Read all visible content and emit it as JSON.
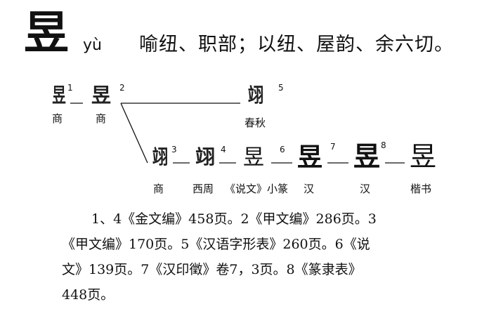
{
  "entry": {
    "character": "昱",
    "pinyin": "yù",
    "fanqie": "喻纽、职部；以纽、屋韵、余六切。"
  },
  "evolution": {
    "forms": [
      {
        "id": "f1",
        "num": "1",
        "caption": "商",
        "glyph": "昱"
      },
      {
        "id": "f2",
        "num": "2",
        "caption": "商",
        "glyph": "昱"
      },
      {
        "id": "f5",
        "num": "5",
        "caption": "春秋",
        "glyph": "翊"
      },
      {
        "id": "f3",
        "num": "3",
        "caption": "商",
        "glyph": "翊"
      },
      {
        "id": "f4",
        "num": "4",
        "caption": "西周",
        "glyph": "翊"
      },
      {
        "id": "f6",
        "num": "6",
        "caption": "《说文》小篆",
        "glyph": "昱"
      },
      {
        "id": "f7",
        "num": "7",
        "caption": "汉",
        "glyph": "昱"
      },
      {
        "id": "f8",
        "num": "8",
        "caption": "汉",
        "glyph": "昱"
      },
      {
        "id": "f9",
        "num": "",
        "caption": "楷书",
        "glyph": "昱"
      }
    ]
  },
  "notes": {
    "line1": "1、4《金文编》458页。2《甲文编》286页。3",
    "line2": "《甲文编》170页。5《汉语字形表》260页。6《说",
    "line3": "文》139页。7《汉印徵》卷7，3页。8《篆隶表》",
    "line4": "448页。"
  }
}
